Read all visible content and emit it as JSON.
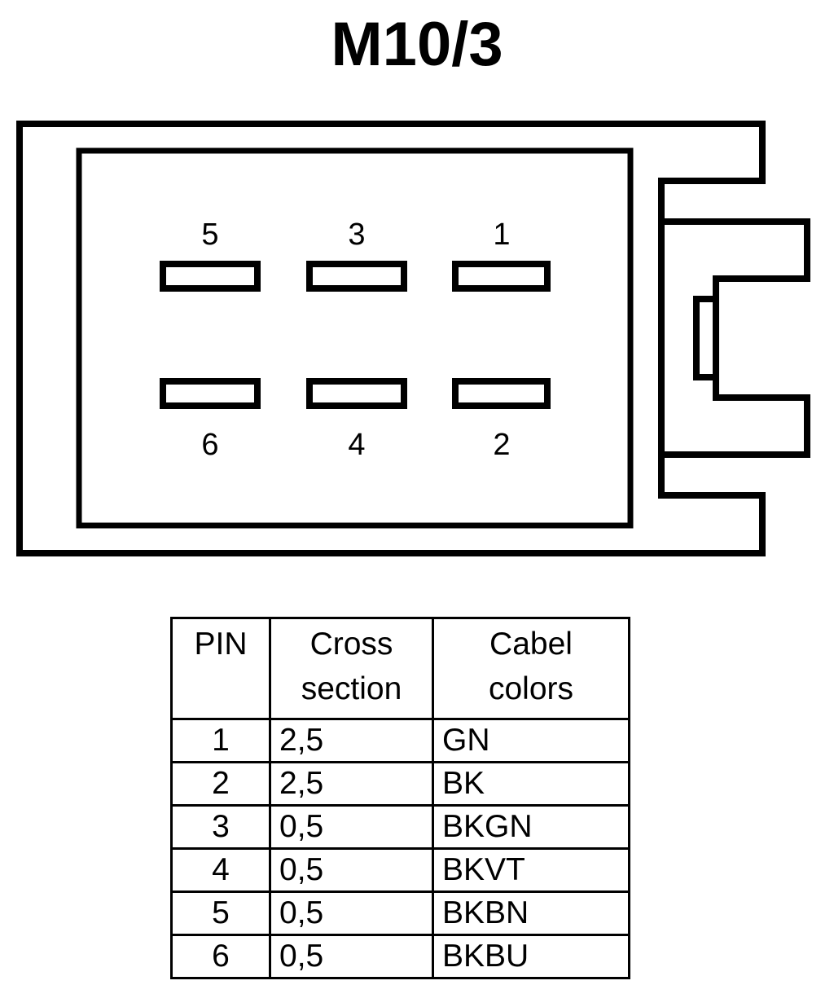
{
  "title": "M10/3",
  "connector": {
    "name": "6-way flat blade connector face view",
    "pin_labels_top_row": [
      "5",
      "3",
      "1"
    ],
    "pin_labels_bottom_row": [
      "6",
      "4",
      "2"
    ],
    "slot_count": 6
  },
  "table": {
    "headers": {
      "pin": "PIN",
      "cross_section_line1": "Cross",
      "cross_section_line2": "section",
      "cable_colors_line1": "Cabel",
      "cable_colors_line2": "colors"
    },
    "rows": [
      {
        "pin": "1",
        "cross_section": "2,5",
        "cable_color": "GN"
      },
      {
        "pin": "2",
        "cross_section": "2,5",
        "cable_color": "BK"
      },
      {
        "pin": "3",
        "cross_section": "0,5",
        "cable_color": "BKGN"
      },
      {
        "pin": "4",
        "cross_section": "0,5",
        "cable_color": "BKVT"
      },
      {
        "pin": "5",
        "cross_section": "0,5",
        "cable_color": "BKBN"
      },
      {
        "pin": "6",
        "cross_section": "0,5",
        "cable_color": "BKBU"
      }
    ]
  },
  "colors": {
    "ink": "#000000",
    "paper": "#ffffff"
  }
}
